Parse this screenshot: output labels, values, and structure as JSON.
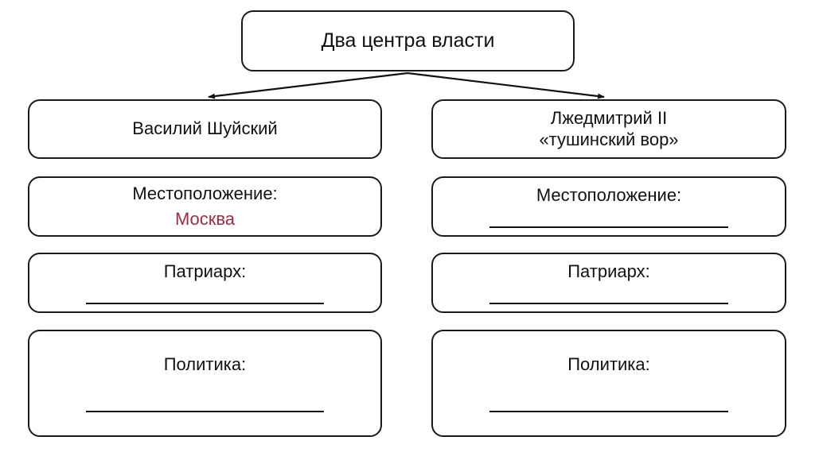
{
  "diagram": {
    "title_box": {
      "text": "Два центра власти"
    },
    "columns": [
      {
        "id": "vasily",
        "header": "Василий Шуйский",
        "fields": [
          {
            "label": "Местоположение:",
            "value": "Москва",
            "filled": true
          },
          {
            "label": "Патриарх:",
            "value": "",
            "filled": false
          },
          {
            "label": "Политика:",
            "value": "",
            "filled": false
          }
        ]
      },
      {
        "id": "lzhedmitry",
        "header": "Лжедмитрий II\n«тушинский вор»",
        "fields": [
          {
            "label": "Местоположение:",
            "value": "",
            "filled": false
          },
          {
            "label": "Патриарх:",
            "value": "",
            "filled": false
          },
          {
            "label": "Политика:",
            "value": "",
            "filled": false
          }
        ]
      }
    ],
    "colors": {
      "stroke": "#1a1a1a",
      "text": "#111111",
      "accent": "#a32b40",
      "background": "#ffffff"
    }
  }
}
